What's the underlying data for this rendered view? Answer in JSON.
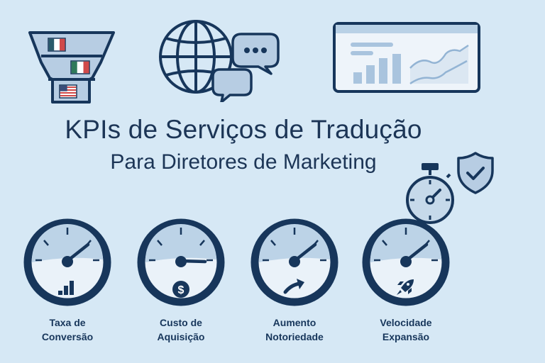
{
  "header": {
    "title": "KPIs de Serviços de Tradução",
    "subtitle": "Para Diretores de Marketing"
  },
  "icons": {
    "funnel": "translation-funnel-icon",
    "globe": "globe-icon",
    "chat": "chat-bubbles-icon",
    "dashboard": "analytics-dashboard-icon",
    "stopwatch": "stopwatch-icon",
    "shield": "shield-check-icon"
  },
  "funnel_flags": [
    "France",
    "Italy",
    "United States"
  ],
  "kpis": [
    {
      "line1": "Taxa de",
      "line2": "Conversão",
      "icon": "bar-chart-icon",
      "needle_angle": -40
    },
    {
      "line1": "Custo de",
      "line2": "Aquisição",
      "icon": "dollar-coin-icon",
      "needle_angle": 0
    },
    {
      "line1": "Aumento",
      "line2": "Notoriedade",
      "icon": "trend-arrow-icon",
      "needle_angle": -40
    },
    {
      "line1": "Velocidade",
      "line2": "Expansão",
      "icon": "rocket-icon",
      "needle_angle": -40
    }
  ],
  "colors": {
    "background": "#d6e8f5",
    "navy": "#17365b",
    "light_fill": "#b9d1e6",
    "pale_fill": "#e9f2f9"
  }
}
